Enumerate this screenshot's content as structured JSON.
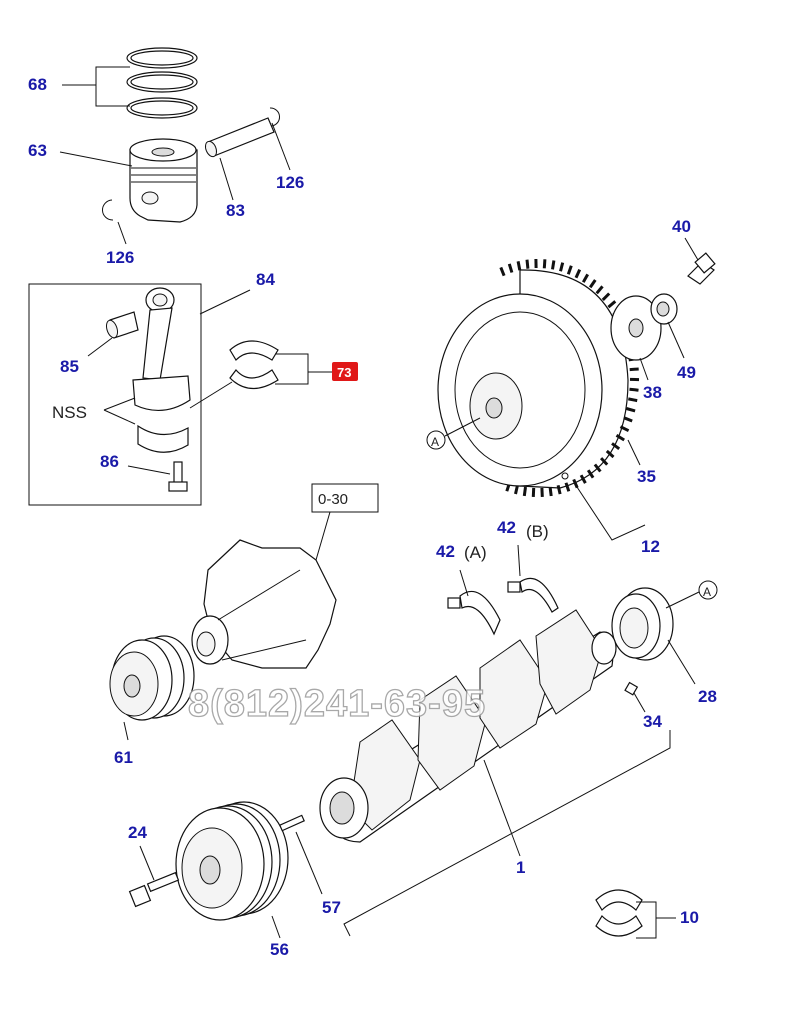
{
  "diagram": {
    "parts": {
      "p68": "68",
      "p63": "63",
      "p126a": "126",
      "p126b": "126",
      "p83": "83",
      "p84": "84",
      "p85": "85",
      "p86": "86",
      "p73": "73",
      "p40": "40",
      "p49": "49",
      "p38": "38",
      "p35": "35",
      "p12": "12",
      "p42a": "42",
      "p42b": "42",
      "p28": "28",
      "p34": "34",
      "p61": "61",
      "p1": "1",
      "p24": "24",
      "p57": "57",
      "p56": "56",
      "p10": "10"
    },
    "labels": {
      "nss": "NSS",
      "variant_a": "(A)",
      "variant_b": "(B)",
      "callout_a1": "A",
      "callout_a2": "A",
      "ref_box": "0-30"
    },
    "watermark": "8(812)241-63-95",
    "colors": {
      "part_number": "#1a1aa8",
      "highlight": "#e01818",
      "line": "#111111"
    }
  }
}
